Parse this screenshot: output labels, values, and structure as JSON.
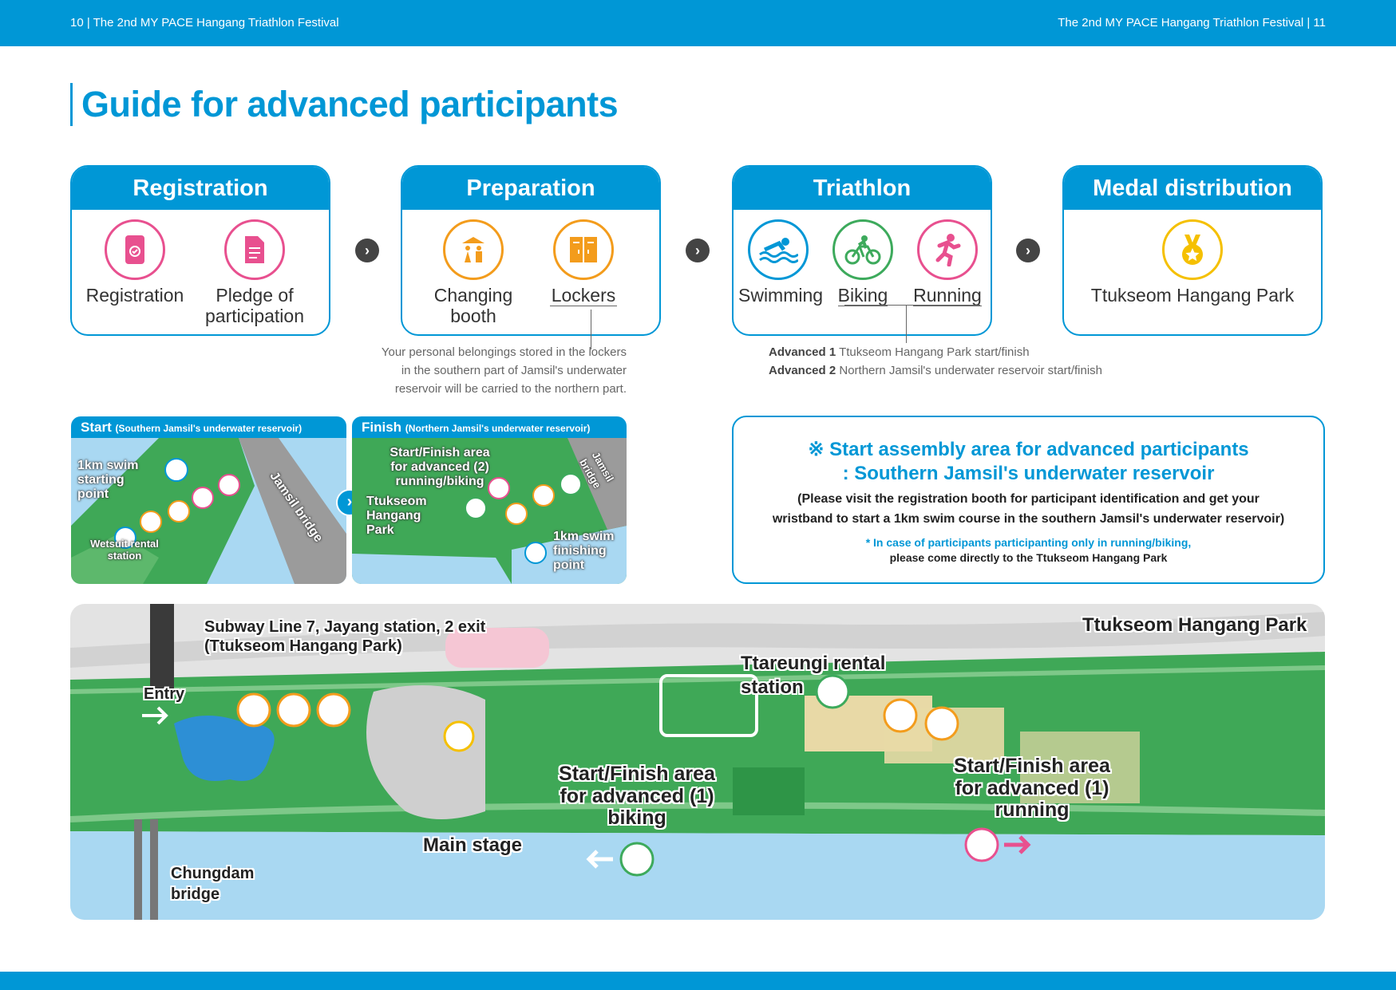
{
  "header": {
    "left": "10  |  The 2nd MY PACE Hangang Triathlon Festival",
    "right": "The 2nd MY PACE Hangang Triathlon Festival  |  11"
  },
  "title": "Guide for advanced participants",
  "steps": [
    {
      "title": "Registration",
      "items": [
        "Registration",
        "Pledge of participation"
      ]
    },
    {
      "title": "Preparation",
      "items": [
        "Changing booth",
        "Lockers"
      ]
    },
    {
      "title": "Triathlon",
      "items": [
        "Swimming",
        "Biking",
        "Running"
      ]
    },
    {
      "title": "Medal distribution",
      "items": [
        "Ttukseom Hangang Park"
      ]
    }
  ],
  "notes": {
    "lockers": [
      "Your personal belongings stored in the lockers",
      "in the southern part of Jamsil's underwater",
      "reservoir will be carried to the northern part."
    ],
    "adv1_label": "Advanced 1",
    "adv1_text": " Ttukseom Hangang Park start/finish",
    "adv2_label": "Advanced 2",
    "adv2_text": " Northern Jamsil's underwater reservoir start/finish"
  },
  "start_map": {
    "title": "Start",
    "sub": "(Southern Jamsil's underwater reservoir)",
    "swim_start": "1km swim starting point",
    "wetsuit": "Wetsuit rental station",
    "bridge": "Jamsil bridge"
  },
  "finish_map": {
    "title": "Finish",
    "sub": "(Northern Jamsil's underwater reservoir)",
    "area": "Start/Finish area for advanced (2) running/biking",
    "park": "Ttukseom Hangang Park",
    "swim_finish": "1km swim finishing point",
    "bridge": "Jamsil bridge"
  },
  "info": {
    "line1": "※ Start assembly area for advanced participants",
    "line2": ": Southern Jamsil's underwater reservoir",
    "line3": "(Please visit the registration booth for participant identification and get your",
    "line4": "wristband to start a 1km swim course in the southern Jamsil's underwater reservoir)",
    "line5": "* In case of participants participanting only in running/biking,",
    "line6": "please come directly to the Ttukseom Hangang Park"
  },
  "main_map": {
    "subway1": "Subway Line 7, Jayang station, 2 exit",
    "subway2": "(Ttukseom Hangang Park)",
    "park": "Ttukseom Hangang Park",
    "entry": "Entry",
    "rental1": "Ttareungi rental",
    "rental2": "station",
    "biking_area": [
      "Start/Finish area",
      "for advanced (1)",
      "biking"
    ],
    "running_area": [
      "Start/Finish area",
      "for advanced (1)",
      "running"
    ],
    "main_stage": "Main stage",
    "bridge1": "Chungdam",
    "bridge2": "bridge"
  },
  "colors": {
    "brand": "#0097d6",
    "pink": "#e8508f",
    "orange": "#f39c1c",
    "green": "#3daa5c",
    "yellow": "#f5c000",
    "map_green": "#3fa857",
    "river": "#a9d8f2"
  }
}
